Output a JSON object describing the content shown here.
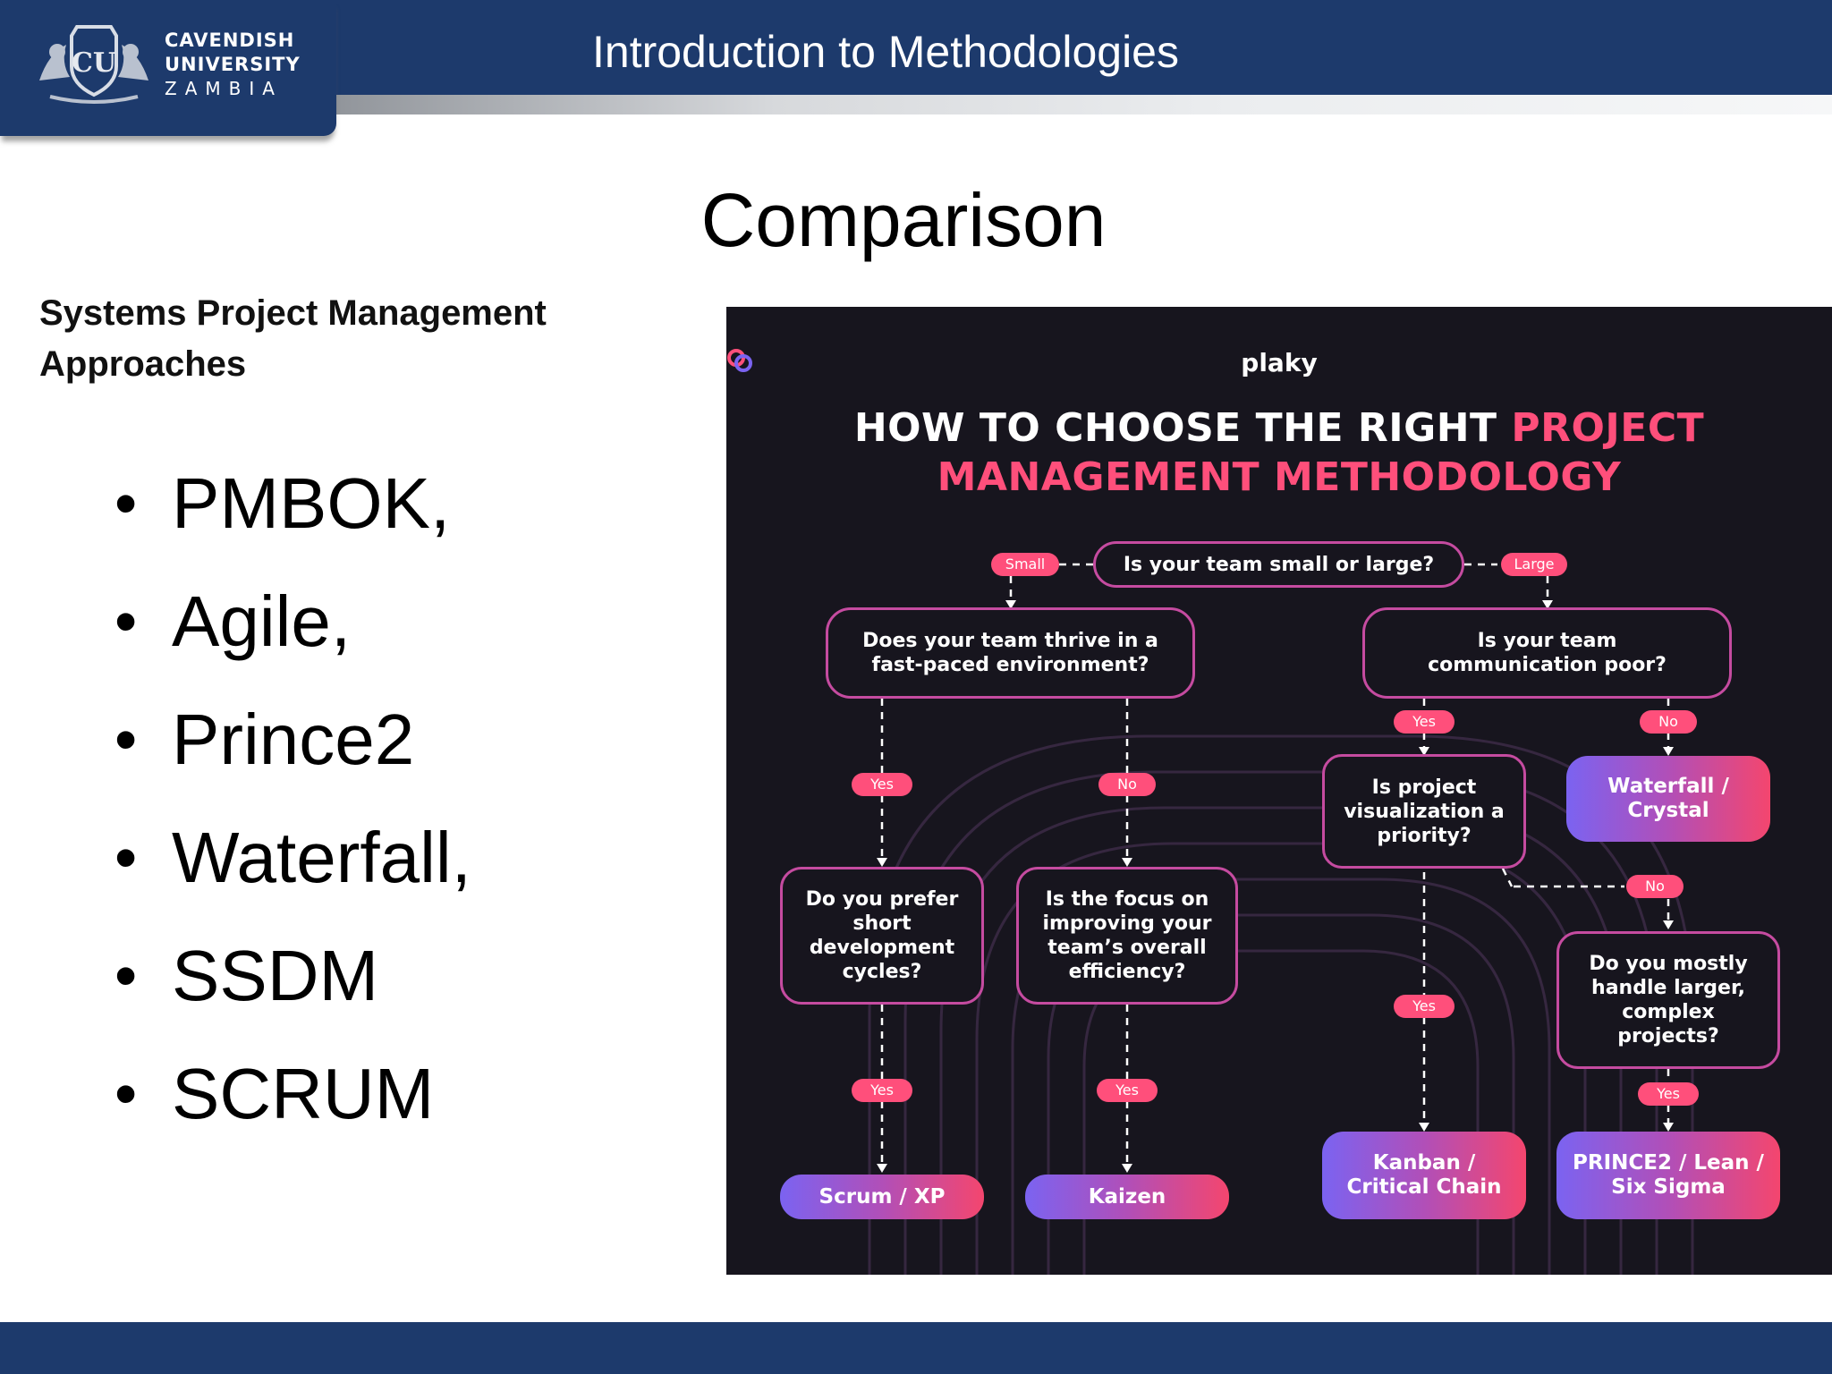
{
  "header": {
    "title": "Introduction to Methodologies",
    "logo": {
      "line1": "CAVENDISH",
      "line2": "UNIVERSITY",
      "line3": "ZAMBIA",
      "crest_text": "CU"
    }
  },
  "slide": {
    "title": "Comparison",
    "subtitle": "Systems Project Management Approaches",
    "bullets": [
      "PMBOK,",
      "Agile,",
      "Prince2",
      "Waterfall,",
      "SSDM",
      "SCRUM"
    ]
  },
  "infographic": {
    "brand": "plaky",
    "title_white": "HOW TO CHOOSE THE RIGHT",
    "title_pink": "PROJECT MANAGEMENT METHODOLOGY",
    "colors": {
      "background": "#17151e",
      "accent": "#ff4f7b",
      "border": "#c54ba0",
      "gradient_start": "#7b63f1"
    },
    "q_team_size": "Is your team small or large?",
    "tag_small": "Small",
    "tag_large": "Large",
    "q_fast_paced": "Does your team thrive in a fast-paced environment?",
    "q_communication": "Is your team communication poor?",
    "tag_fast_yes": "Yes",
    "tag_fast_no": "No",
    "tag_comm_yes": "Yes",
    "tag_comm_no": "No",
    "q_visualization": "Is project visualization a priority?",
    "result_waterfall": "Waterfall / Crystal",
    "tag_vis_no": "No",
    "q_short_cycles": "Do you prefer short development cycles?",
    "q_efficiency": "Is the focus on improving your team’s overall efficiency?",
    "tag_vis_yes": "Yes",
    "q_larger_projects": "Do you mostly handle larger, complex projects?",
    "tag_short_yes": "Yes",
    "tag_eff_yes": "Yes",
    "tag_large_yes": "Yes",
    "result_scrum": "Scrum / XP",
    "result_kaizen": "Kaizen",
    "result_kanban": "Kanban / Critical Chain",
    "result_prince": "PRINCE2 / Lean / Six Sigma"
  }
}
